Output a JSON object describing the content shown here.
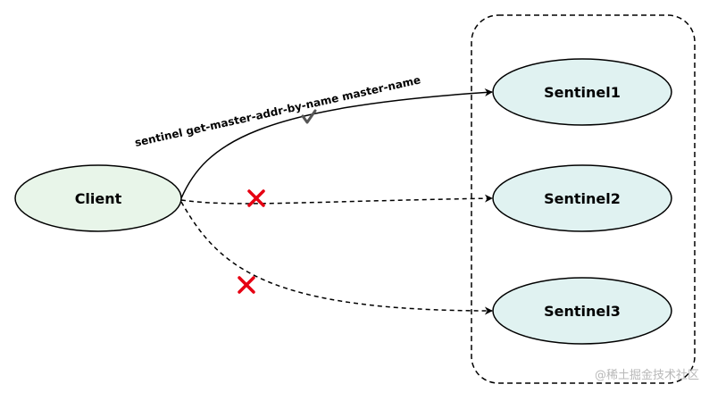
{
  "nodes": {
    "client": {
      "label": "Client"
    },
    "sentinel1": {
      "label": "Sentinel1"
    },
    "sentinel2": {
      "label": "Sentinel2"
    },
    "sentinel3": {
      "label": "Sentinel3"
    }
  },
  "edges": {
    "to_sentinel1": {
      "label": "sentinel get-master-addr-by-name master-name",
      "status": "success"
    },
    "to_sentinel2": {
      "status": "failed"
    },
    "to_sentinel3": {
      "status": "failed"
    }
  },
  "watermark": "@稀土掘金技术社区",
  "colors": {
    "client_fill": "#e8f5e9",
    "sentinel_fill": "#e0f2f1",
    "stroke": "#000000",
    "fail_mark": "#e60012",
    "check_mark": "#555555"
  }
}
